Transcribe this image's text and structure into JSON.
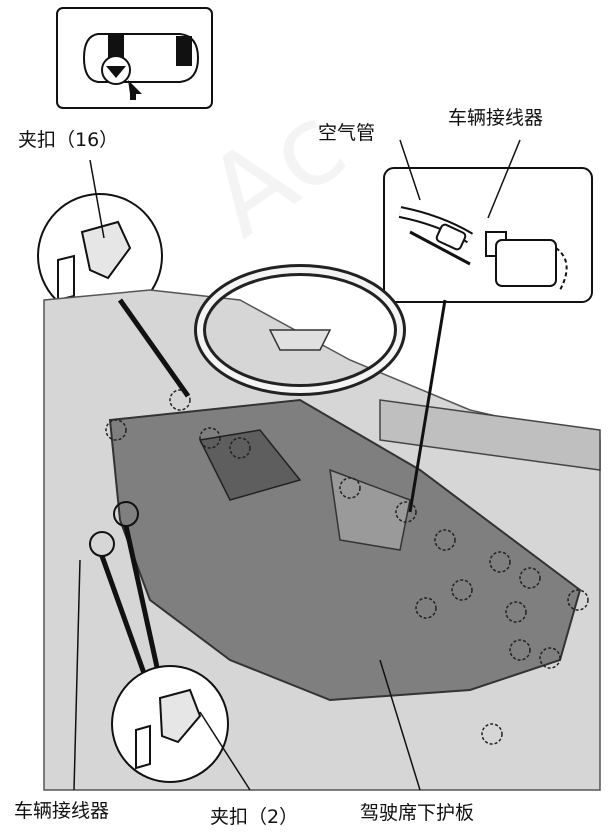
{
  "labels": {
    "clip16": "夹扣（16）",
    "air_pipe": "空气管",
    "vehicle_connector_top": "车辆接线器",
    "vehicle_connector_bottom": "车辆接线器",
    "clip2": "夹扣（2）",
    "under_panel": "驾驶席下护板"
  },
  "watermark": "Ac",
  "colors": {
    "line": "#111111",
    "panel": "#7b7b7b",
    "panel_dark": "#5e5e5e",
    "body": "#c9c9c9",
    "light": "#ececec"
  }
}
